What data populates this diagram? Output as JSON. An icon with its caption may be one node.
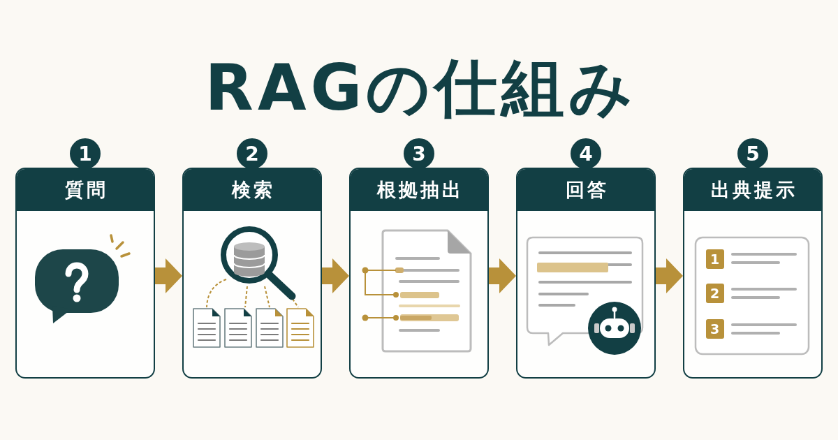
{
  "diagram": {
    "title": "RAGの仕組み",
    "nodes": [
      {
        "text": [
          "1"
        ]
      },
      {
        "text": [
          "質問"
        ]
      },
      {
        "text": [
          "2"
        ]
      },
      {
        "text": [
          "検索"
        ]
      },
      {
        "text": [
          "3"
        ]
      },
      {
        "text": [
          "根拠抽出"
        ]
      },
      {
        "text": [
          "4"
        ]
      },
      {
        "text": [
          "回答"
        ]
      },
      {
        "text": [
          "5"
        ]
      },
      {
        "text": [
          "出典提示"
        ]
      },
      {
        "text": [
          "1"
        ],
        "in": 9
      },
      {
        "text": [
          "2"
        ],
        "in": 9
      },
      {
        "text": [
          "3"
        ],
        "in": 9
      }
    ],
    "edges": [
      {
        "from": 1,
        "to": 3,
        "arrow": "to"
      },
      {
        "from": 3,
        "to": 5,
        "arrow": "to"
      },
      {
        "from": 5,
        "to": 7,
        "arrow": "to"
      },
      {
        "from": 7,
        "to": 9,
        "arrow": "to"
      }
    ]
  }
}
